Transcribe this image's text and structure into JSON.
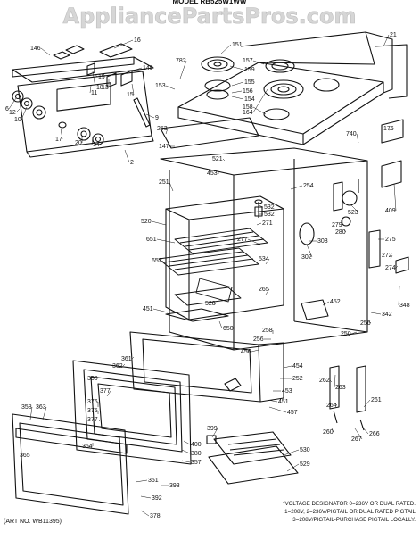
{
  "header": {
    "watermark": "AppliancePartsPros.com",
    "model_text": "MODEL RB525W1WW"
  },
  "diagram": {
    "part_labels": [
      "146",
      "16",
      "151",
      "21",
      "6",
      "10",
      "18",
      "149",
      "782",
      "13",
      "159",
      "157",
      "155",
      "156",
      "154",
      "164",
      "158",
      "153",
      "15",
      "11",
      "19",
      "2",
      "147",
      "9",
      "253",
      "740",
      "176",
      "521",
      "453",
      "251",
      "254",
      "532",
      "532",
      "520",
      "651",
      "652",
      "271",
      "277",
      "279",
      "523",
      "280",
      "303",
      "302",
      "409",
      "275",
      "272",
      "274",
      "534",
      "528",
      "265",
      "348",
      "342",
      "256",
      "451",
      "650",
      "256",
      "250",
      "258",
      "452",
      "361",
      "362",
      "456",
      "454",
      "350",
      "252",
      "263",
      "377",
      "376",
      "375",
      "377",
      "451",
      "453",
      "457",
      "262",
      "264",
      "261",
      "358",
      "363",
      "364",
      "365",
      "399",
      "400",
      "380",
      "357",
      "530",
      "260",
      "267",
      "266",
      "529",
      "351",
      "393",
      "392",
      "378",
      "17",
      "12",
      "14",
      "20"
    ],
    "voltage_note_lines": [
      "*VOLTAGE DESIGNATOR 0=236V OR DUAL RATED.",
      "1=208V, 2=236V/PIGTAIL OR DUAL RATED PIGTAIL",
      "3=208V/PIGTAIL-PURCHASE PIGTAIL LOCALLY."
    ],
    "art_number": "(ART NO. WB11395)"
  }
}
